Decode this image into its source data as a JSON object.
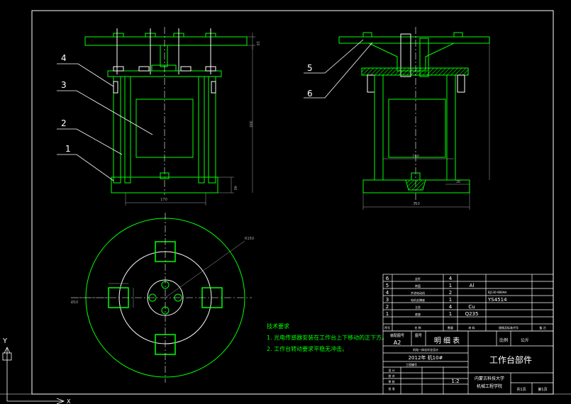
{
  "colors": {
    "background": "#000000",
    "line": "#ffffff",
    "part": "#00ff00",
    "dimension": "#aaaaaa",
    "note_text": "#00ff00"
  },
  "balloons": [
    "1",
    "2",
    "3",
    "4",
    "5",
    "6"
  ],
  "dimensions": {
    "top_plate_height": "10",
    "overall_height": "300",
    "base_height": "40",
    "base_width_left": "170",
    "inner_width": "190",
    "side_offset": "30",
    "base_width_right": "310",
    "radius": "R150",
    "hole_dia": "Ø10"
  },
  "notes": {
    "title": "技术要求",
    "line1": "1. 光电传感器安装在工作台上下移动的正下方。",
    "line2": "2. 工作台转动要求平稳无冲击。"
  },
  "bom": {
    "rows": [
      {
        "no": "6",
        "name": "丝杆",
        "qty": "4",
        "material": "",
        "spec": ""
      },
      {
        "no": "5",
        "name": "转盘",
        "qty": "1",
        "material": "Al",
        "spec": ""
      },
      {
        "no": "4",
        "name": "步进电动机",
        "qty": "2",
        "material": "",
        "spec": "BJ130-980AH"
      },
      {
        "no": "3",
        "name": "电机支撑座",
        "qty": "1",
        "material": "",
        "spec": "YS4514"
      },
      {
        "no": "2",
        "name": "立柱",
        "qty": "4",
        "material": "Cu",
        "spec": ""
      },
      {
        "no": "1",
        "name": "底座",
        "qty": "1",
        "material": "Q235",
        "spec": ""
      }
    ],
    "header": {
      "no": "序号",
      "name": "名 称",
      "qty": "数量",
      "material": "材 料",
      "spec": "规格及标准代号",
      "remark": "备 注"
    }
  },
  "title_block": {
    "drawing_no_label": "装配图号",
    "sheet_label": "图号",
    "size": "A2",
    "list_label": "明 细 表",
    "scale_label": "比例",
    "unit": "公斤",
    "project": "机电一体化毕业设计",
    "date_class": "2012年 机10#",
    "part_title": "工作台部件",
    "rows": [
      "工程编号",
      "设 计",
      "校 对",
      "审 核",
      "批 准"
    ],
    "scale_value": "1:2",
    "school": "内蒙古科技大学",
    "school_sub": "机械工程学院",
    "sheet_count": "共1页",
    "sheet_no": "第1页"
  },
  "axis": {
    "y": "Y",
    "x": "X"
  }
}
